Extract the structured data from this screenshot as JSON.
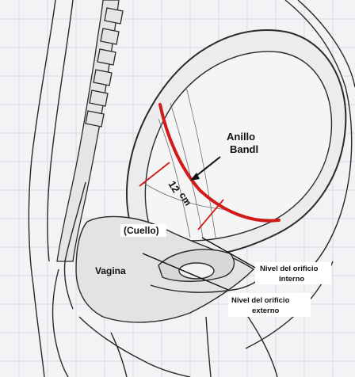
{
  "labels": {
    "bandl_line1": "Anillo",
    "bandl_line2": "Bandl",
    "measure_value": "12",
    "measure_unit": "cm",
    "cervix": "(Cuello)",
    "vagina": "Vagina",
    "internal_os_line1": "Nivel del orificio",
    "internal_os_line2": "interno",
    "external_os_line1": "Nivel del orificio",
    "external_os_line2": "externo"
  },
  "colors": {
    "background": "#f3f2f4",
    "line_art": "#2a2a2a",
    "bandl_ring": "#d11a1a",
    "grid": "#d9d9e6"
  }
}
